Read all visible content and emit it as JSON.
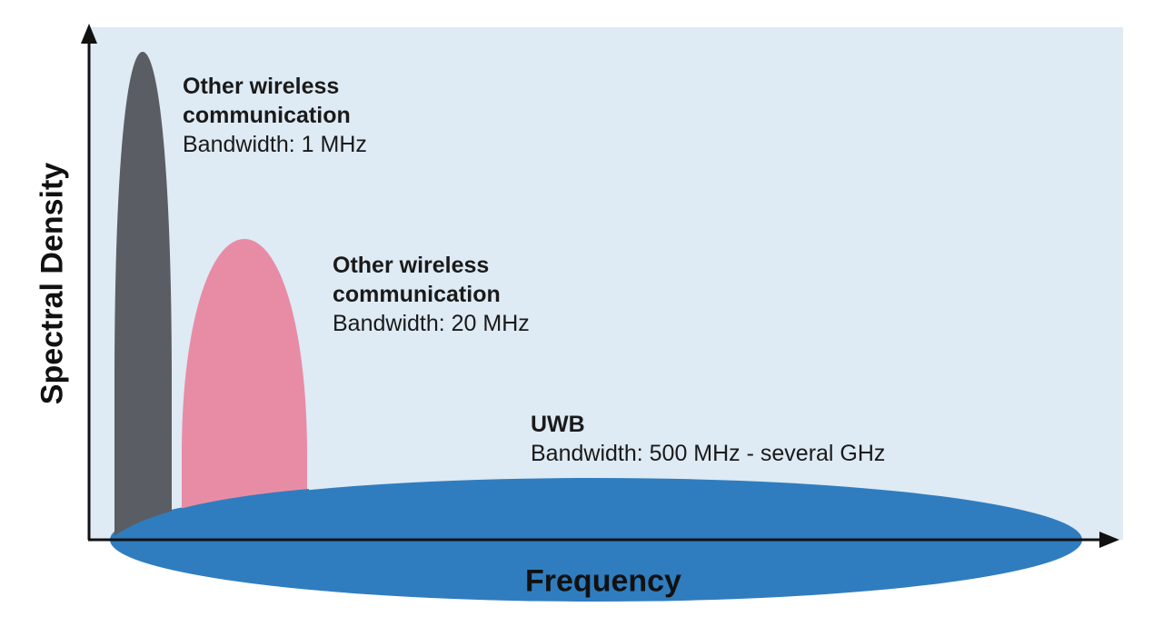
{
  "axes": {
    "y_label": "Spectral Density",
    "x_label": "Frequency"
  },
  "colors": {
    "background": "#deeaf4",
    "axis": "#111111",
    "band_1mhz": "#5b5d64",
    "band_20mhz": "#e88ca6",
    "band_uwb": "#2f7dbf"
  },
  "signals": [
    {
      "title_line1": "Other wireless",
      "title_line2": "communication",
      "bandwidth": "Bandwidth: 1 MHz"
    },
    {
      "title_line1": "Other wireless",
      "title_line2": "communication",
      "bandwidth": "Bandwidth: 20 MHz"
    },
    {
      "title_line1": "UWB",
      "title_line2": "",
      "bandwidth": "Bandwidth: 500 MHz - several GHz"
    }
  ]
}
